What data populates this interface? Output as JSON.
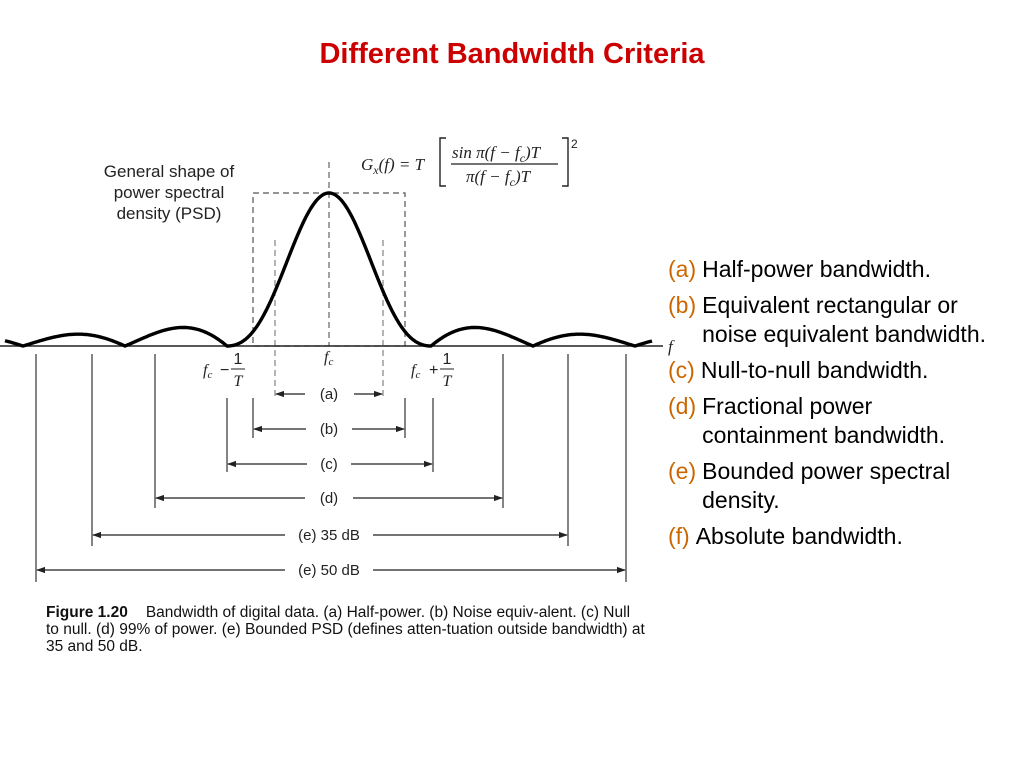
{
  "title": "Different Bandwidth Criteria",
  "colors": {
    "title": "#cc0000",
    "key": "#cc6600"
  },
  "figure": {
    "psd_label": [
      "General shape of",
      "power spectral",
      "density (PSD)"
    ],
    "formula": {
      "lhs": "G",
      "lhs_sub": "x",
      "lhs_arg": "(f) = T",
      "num": "sin π(f − f",
      "num_sub": "c",
      "num_tail": ")T",
      "den": "π(f − f",
      "den_sub": "c",
      "den_tail": ")T",
      "exp": "2"
    },
    "axis_label": "f",
    "fc": {
      "main": "f",
      "sub": "c"
    },
    "fc_minus": {
      "main": "f",
      "sub": "c",
      "op": "−",
      "num": "1",
      "den": "T"
    },
    "fc_plus": {
      "main": "f",
      "sub": "c",
      "op": "+",
      "num": "1",
      "den": "T"
    },
    "bandwidth_labels": [
      "(a)",
      "(b)",
      "(c)",
      "(d)",
      "(e) 35 dB",
      "(e) 50 dB"
    ]
  },
  "caption": {
    "label": "Figure 1.20",
    "text": "Bandwidth of digital data. (a) Half-power. (b) Noise equiv-alent. (c) Null to null. (d) 99% of power. (e) Bounded PSD (defines atten-tuation outside bandwidth) at 35 and 50 dB."
  },
  "legend": [
    {
      "key": "(a)",
      "text": "Half-power bandwidth."
    },
    {
      "key": "(b)",
      "text": "Equivalent rectangular or noise equivalent bandwidth."
    },
    {
      "key": "(c)",
      "text": "Null-to-null bandwidth."
    },
    {
      "key": "(d)",
      "text": "Fractional power containment bandwidth."
    },
    {
      "key": "(e)",
      "text": "Bounded power spectral density."
    },
    {
      "key": "(f)",
      "text": "Absolute bandwidth."
    }
  ]
}
